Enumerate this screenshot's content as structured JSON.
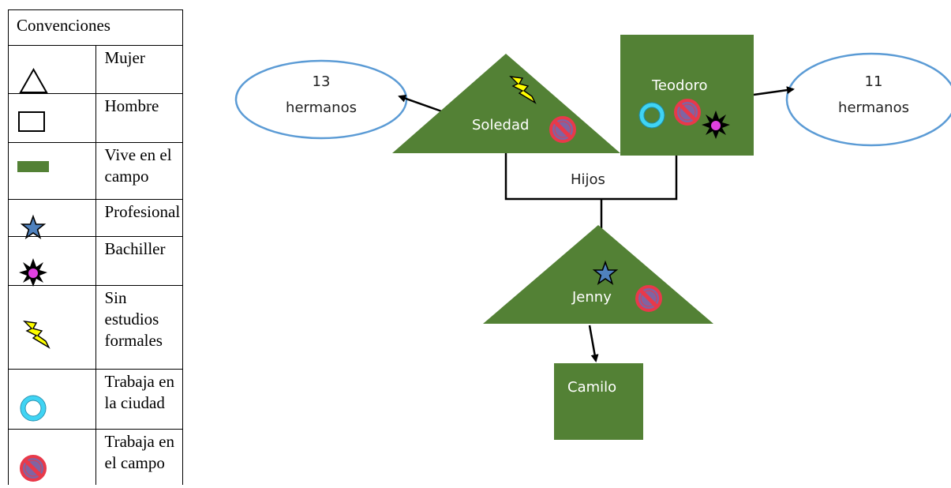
{
  "legend": {
    "title": "Convenciones",
    "items": [
      {
        "icon": "triangle-outline-icon",
        "label": "Mujer"
      },
      {
        "icon": "square-outline-icon",
        "label": "Hombre"
      },
      {
        "icon": "green-rectangle-icon",
        "label": "Vive en el campo"
      },
      {
        "icon": "blue-star-icon",
        "label": "Profesional"
      },
      {
        "icon": "black-starburst-icon",
        "label": "Bachiller"
      },
      {
        "icon": "lightning-bolt-icon",
        "label": "Sin estudios formales"
      },
      {
        "icon": "cyan-ring-icon",
        "label": "Trabaja en la ciudad"
      },
      {
        "icon": "prohibited-sign-icon",
        "label": "Trabaja en el campo"
      }
    ]
  },
  "genogram": {
    "mother": {
      "name": "Soledad",
      "siblings_line1": "13",
      "siblings_line2": "hermanos"
    },
    "father": {
      "name": "Teodoro",
      "siblings_line1": "11",
      "siblings_line2": "hermanos"
    },
    "children_label": "Hijos",
    "daughter": {
      "name": "Jenny"
    },
    "grandson": {
      "name": "Camilo"
    }
  },
  "colors": {
    "field_green": "#538135",
    "ellipse_blue": "#5b9bd5",
    "star_blue": "#4f81bd",
    "ring_cyan": "#3fd4f4",
    "prohibit_red": "#e8394a",
    "prohibit_fill": "#8064a2",
    "bolt_yellow": "#ffff00",
    "bachiller_magenta": "#e040e0"
  }
}
